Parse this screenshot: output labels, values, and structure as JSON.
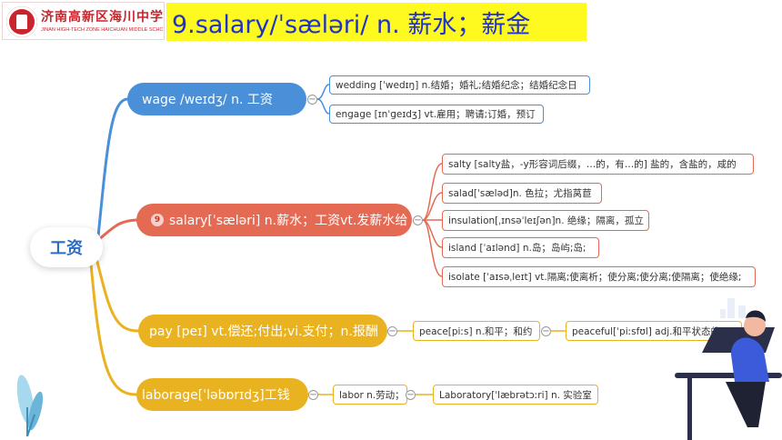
{
  "header": {
    "school_cn": "济南高新区海川中学",
    "school_en": "JINAN HIGH-TECH ZONE HAICHUAN MIDDLE SCHOOL",
    "title": "9.salary/ˈsæləri/    n. 薪水；薪金"
  },
  "mindmap": {
    "root": "工资",
    "branches": [
      {
        "label": "wage    /weɪdʒ/    n. 工资",
        "children": [
          "wedding [ˈwedɪŋ] n.结婚；婚礼;结婚纪念；结婚纪念日",
          "engage [ɪnˈɡeɪdʒ] vt.雇用；聘请;订婚，预订"
        ]
      },
      {
        "badge": "9",
        "label": "salary[ˈsæləri] n.薪水；工资vt.发薪水给",
        "children": [
          "salty [salty盐，-y形容词后缀，…的，有…的] 盐的，含盐的，咸的",
          "salad[ˈsæləd]n. 色拉；尤指莴苣",
          "insulation[ˌɪnsəˈleɪʃən]n. 绝缘；隔离，孤立",
          "island [ˈaɪlənd] n.岛；岛屿;岛;",
          "isolate [ˈaɪsəˌleɪt] vt.隔离;使离析；使分离;使分离;使隔离；使绝缘;"
        ]
      },
      {
        "label": "pay [peɪ] vt.偿还;付出;vi.支付；n.报酬",
        "children": [
          "peace[piːs] n.和平；和约",
          "peaceful[ˈpiːsfʊl] adj.和平状态的；"
        ]
      },
      {
        "label": "laborage[ˈləbɒrɪdʒ]工钱",
        "children": [
          "labor n.劳动；",
          "Laboratory[ˈlæbrətɔːri] n. 实验室"
        ]
      }
    ]
  },
  "colors": {
    "blue": "#4a90d9",
    "red": "#e46a54",
    "gold": "#e9b220",
    "title_bg": "#fef91e",
    "title_text": "#1f33c7"
  }
}
